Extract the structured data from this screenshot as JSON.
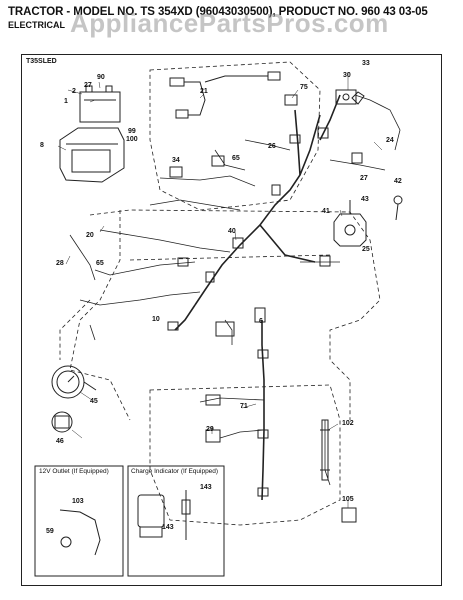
{
  "header": {
    "title": "TRACTOR - MODEL NO. TS 354XD (96043030500), PRODUCT NO. 960 43 03-05",
    "subtitle": "ELECTRICAL",
    "watermark": "AppliancePartsPros.com"
  },
  "diagram": {
    "model_tag": "T35SLED",
    "callouts": [
      "90",
      "2",
      "27",
      "1",
      "99",
      "100",
      "8",
      "21",
      "75",
      "30",
      "33",
      "65",
      "34",
      "26",
      "24",
      "27",
      "42",
      "41",
      "43",
      "40",
      "20",
      "25",
      "28",
      "65",
      "10",
      "6",
      "45",
      "71",
      "46",
      "29",
      "102",
      "105",
      "59",
      "103",
      "143",
      "143"
    ],
    "insets": {
      "outlet_title": "12V Outlet (If Equipped)",
      "charge_title": "Charge Indicator (If Equipped)"
    }
  },
  "colors": {
    "line": "#222222",
    "frame": "#222222",
    "watermark": "#999999"
  }
}
